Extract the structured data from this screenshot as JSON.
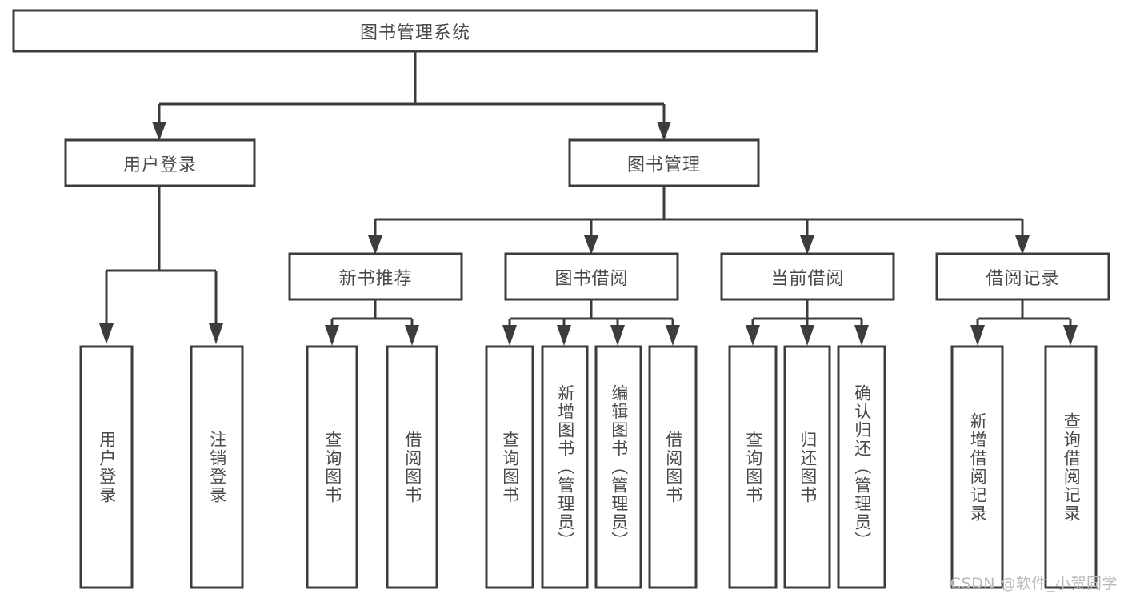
{
  "diagram": {
    "title": "图书管理系统",
    "type": "tree",
    "watermark": "CSDN @软件_小贺同学",
    "colors": {
      "border": "#3c3c3c",
      "text": "#4a4a4a",
      "background": "#ffffff",
      "watermark": "#b9b9b9"
    },
    "levels": {
      "root": {
        "label": "图书管理系统"
      },
      "level2": [
        {
          "id": "user-login",
          "label": "用户登录"
        },
        {
          "id": "book-manage",
          "label": "图书管理"
        }
      ],
      "level3": [
        {
          "id": "new-book-recommend",
          "label": "新书推荐",
          "parent": "book-manage"
        },
        {
          "id": "book-borrow",
          "label": "图书借阅",
          "parent": "book-manage"
        },
        {
          "id": "current-borrow",
          "label": "当前借阅",
          "parent": "book-manage"
        },
        {
          "id": "borrow-record",
          "label": "借阅记录",
          "parent": "book-manage"
        }
      ],
      "leaves": [
        {
          "id": "leaf-user-login",
          "label": "用户登录",
          "parent": "user-login"
        },
        {
          "id": "leaf-user-logout",
          "label": "注销登录",
          "parent": "user-login"
        },
        {
          "id": "leaf-query-book-1",
          "label": "查询图书",
          "parent": "new-book-recommend"
        },
        {
          "id": "leaf-borrow-book-1",
          "label": "借阅图书",
          "parent": "new-book-recommend"
        },
        {
          "id": "leaf-query-book-2",
          "label": "查询图书",
          "parent": "book-borrow"
        },
        {
          "id": "leaf-add-book",
          "label": "新增图书（管理员）",
          "parent": "book-borrow"
        },
        {
          "id": "leaf-edit-book",
          "label": "编辑图书（管理员）",
          "parent": "book-borrow"
        },
        {
          "id": "leaf-borrow-book-2",
          "label": "借阅图书",
          "parent": "book-borrow"
        },
        {
          "id": "leaf-query-book-3",
          "label": "查询图书",
          "parent": "current-borrow"
        },
        {
          "id": "leaf-return-book",
          "label": "归还图书",
          "parent": "current-borrow"
        },
        {
          "id": "leaf-confirm-return",
          "label": "确认归还（管理员）",
          "parent": "current-borrow"
        },
        {
          "id": "leaf-add-record",
          "label": "新增借阅记录",
          "parent": "borrow-record"
        },
        {
          "id": "leaf-query-record",
          "label": "查询借阅记录",
          "parent": "borrow-record"
        }
      ]
    }
  }
}
